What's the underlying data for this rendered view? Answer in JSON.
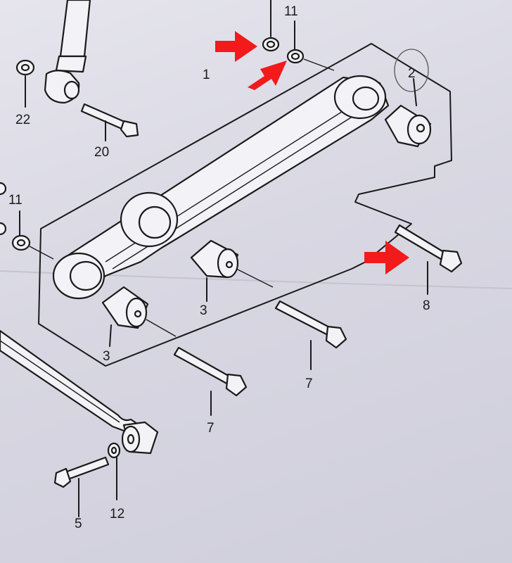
{
  "labels": {
    "arm": "1",
    "bushing_top": "2",
    "bushing_mid": "3",
    "bushing_low": "3",
    "bolt_long": "5",
    "bolt_mid": "7",
    "bolt_low": "7",
    "bolt_right": "8",
    "nut_top": "11",
    "nut_left": "11",
    "washer": "12",
    "bolt_shock": "20",
    "nut_shock": "22"
  },
  "colors": {
    "arrow": "#f21a1a",
    "ink": "#1a1a1a",
    "paper": "#e3e2eb"
  },
  "icons": [
    "arrow-right-icon"
  ]
}
